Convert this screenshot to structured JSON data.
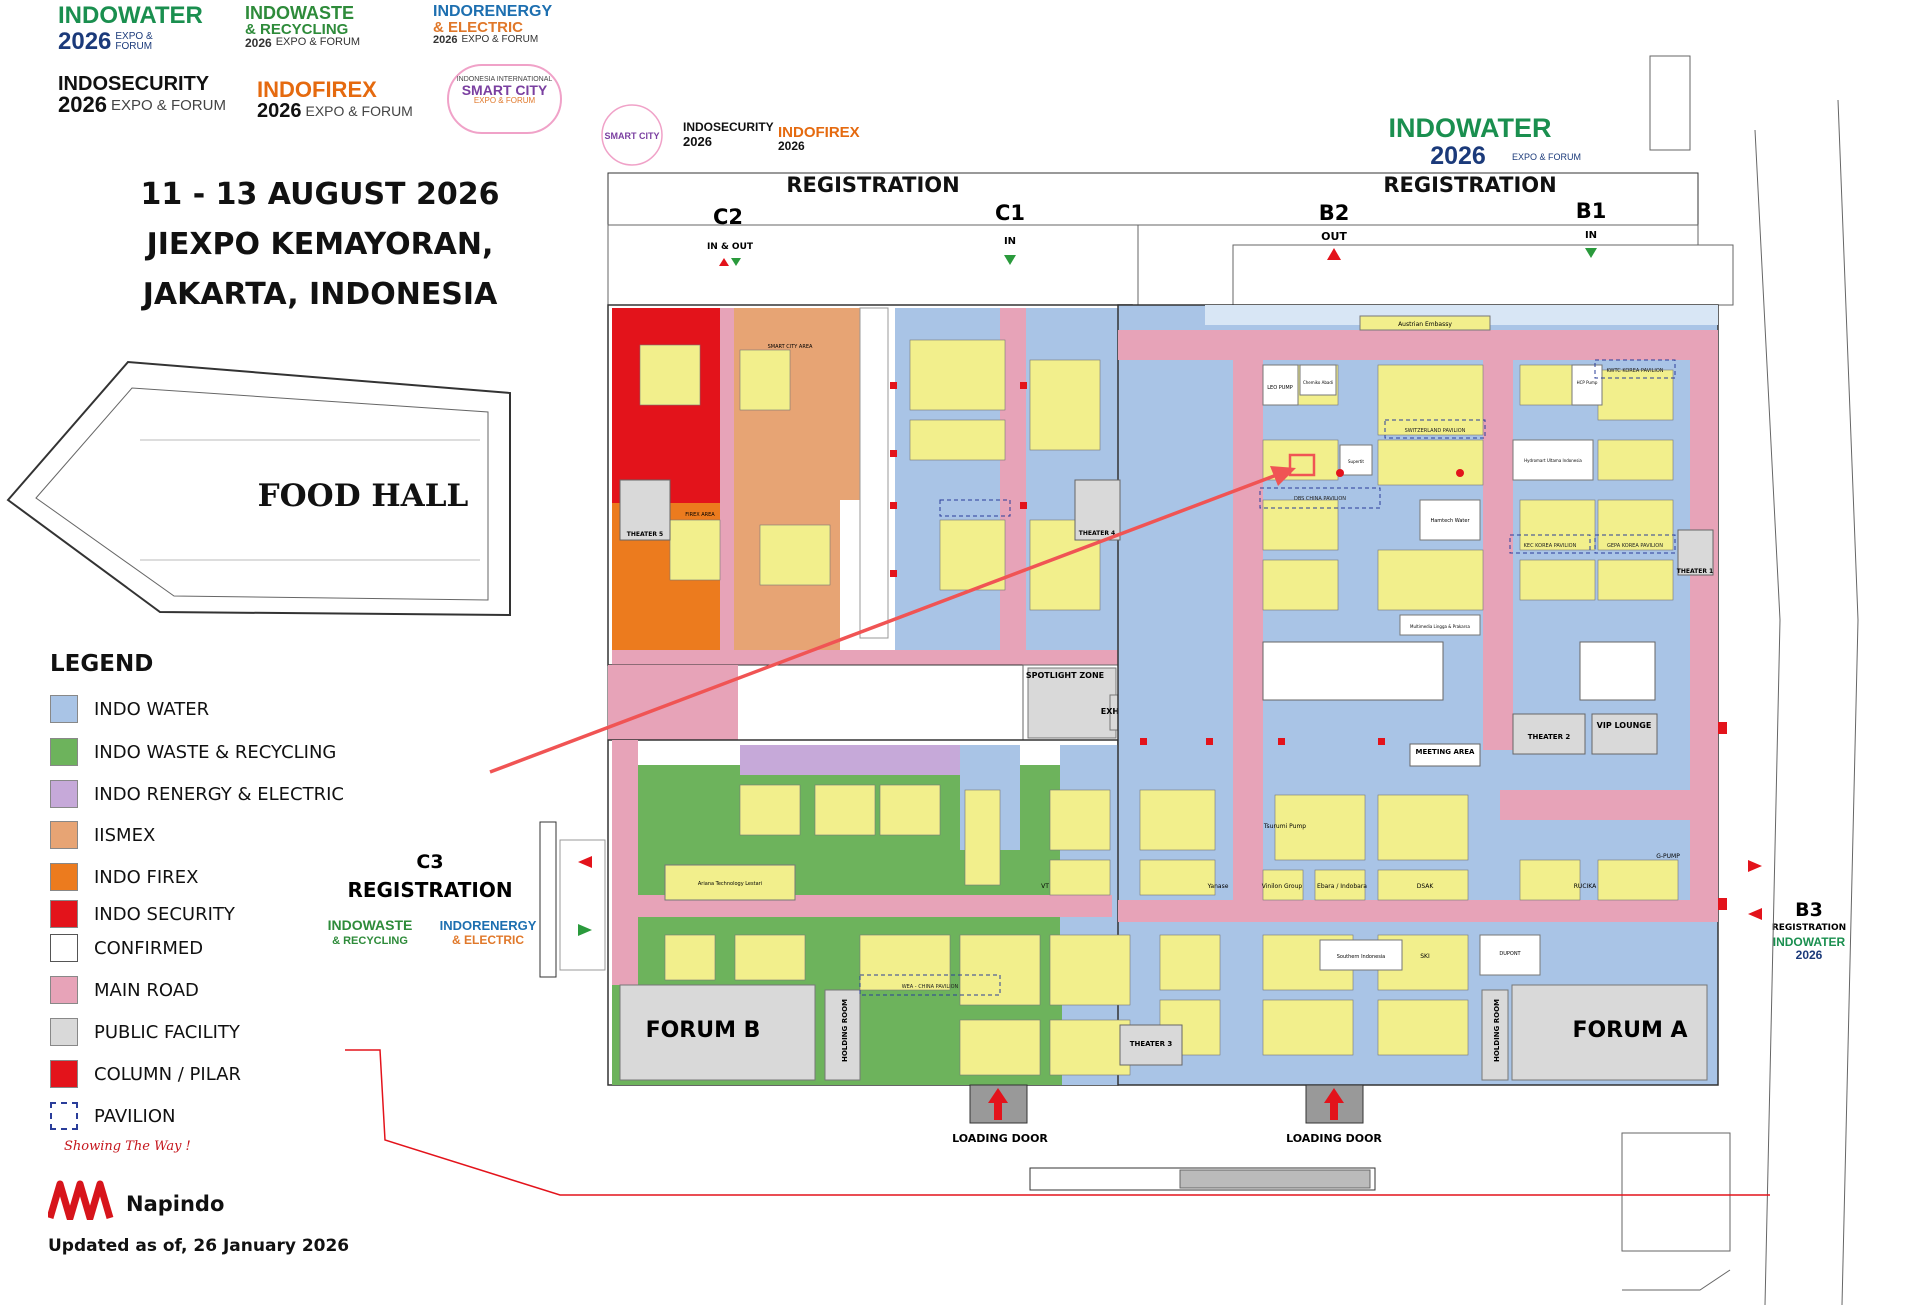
{
  "header": {
    "date": "11 - 13 AUGUST 2026",
    "venue_line1": "JIEXPO KEMAYORAN,",
    "venue_line2": "JAKARTA, INDONESIA"
  },
  "logos": {
    "indowater": {
      "name": "INDOWATER",
      "year": "2026",
      "tag": "EXPO & FORUM"
    },
    "indowaste": {
      "name": "INDOWASTE",
      "sub": "& RECYCLING",
      "year": "2026",
      "tag": "EXPO & FORUM"
    },
    "indorenergy": {
      "name": "INDORENERGY",
      "sub": "& ELECTRIC",
      "year": "2026",
      "tag": "EXPO & FORUM"
    },
    "indosecurity": {
      "name": "INDOSECURITY",
      "year": "2026",
      "tag": "EXPO & FORUM"
    },
    "indofirex": {
      "name": "INDOFIREX",
      "year": "2026",
      "tag": "EXPO & FORUM"
    },
    "smartcity": {
      "name": "SMART CITY",
      "tag": "EXPO & FORUM",
      "pre": "INDONESIA INTERNATIONAL"
    }
  },
  "legend": {
    "title": "LEGEND",
    "items": [
      {
        "label": "INDO WATER",
        "color": "#a9c4e6"
      },
      {
        "label": "INDO WASTE & RECYCLING",
        "color": "#6db35c"
      },
      {
        "label": "INDO RENERGY & ELECTRIC",
        "color": "#c6a9d9"
      },
      {
        "label": "IISMEX",
        "color": "#e7a474"
      },
      {
        "label": "INDO FIREX",
        "color": "#ec7b1e"
      },
      {
        "label": "INDO SECURITY",
        "color": "#e3131b"
      },
      {
        "label": "CONFIRMED",
        "color": "#ffffff"
      },
      {
        "label": "MAIN ROAD",
        "color": "#e7a3b8"
      },
      {
        "label": "PUBLIC FACILITY",
        "color": "#d9d9d9"
      },
      {
        "label": "COLUMN / PILAR",
        "color": "#e3131b"
      },
      {
        "label": "PAVILION",
        "color": "#ffffff"
      }
    ]
  },
  "footer": {
    "tagline": "Showing The Way !",
    "brand": "Napindo",
    "updated": "Updated as of, 26 January 2026"
  },
  "map": {
    "food_hall": "FOOD HALL",
    "registration": "REGISTRATION",
    "entrances": {
      "c2": {
        "label": "C2",
        "note": "IN & OUT"
      },
      "c1": {
        "label": "C1",
        "note": "IN"
      },
      "b2": {
        "label": "B2",
        "note": "OUT"
      },
      "b1": {
        "label": "B1",
        "note": "IN"
      },
      "c3": {
        "label": "C3",
        "note": "REGISTRATION"
      },
      "b3": {
        "label": "B3",
        "note": "REGISTRATION"
      }
    },
    "zones": {
      "forum_a": "FORUM A",
      "forum_b": "FORUM B",
      "holding_room": "HOLDING ROOM",
      "theater_1": "THEATER 1",
      "theater_2": "THEATER 2",
      "theater_3": "THEATER 3",
      "theater_4": "THEATER 4",
      "theater_5": "THEATER 5",
      "vip_lounge": "VIP LOUNGE",
      "exhibitor_lounge": "EXHIBITOR LOUNGE",
      "meeting_area": "MEETING AREA",
      "spotlight_zone": "SPOTLIGHT ZONE",
      "loading_door": "LOADING DOOR",
      "smart_city_area": "SMART CITY AREA",
      "firex_area": "FIREX AREA"
    },
    "pavilions": {
      "dbs_china": "DBS CHINA PAVILION",
      "switzerland": "SWITZERLAND PAVILION",
      "kec_korea": "KEC KOREA PAVILION",
      "gepa_korea": "GEPA KOREA PAVILION",
      "kwtc_korea": "KWTC KOREA PAVILION",
      "wea_china": "WEA - CHINA PAVILION"
    },
    "booths": {
      "austrian_embassy": "Austrian Embassy",
      "lido_pump": "LEO PUMP",
      "chemiko": "Chemiko Abadi",
      "hach": "HCP Pump",
      "hydroma": "Hydromart Ultama Indonesia",
      "hamtech": "Hamtech Water",
      "melinda": "Multimedia Lingga & Prakarsa",
      "tsurumi": "Tsurumi Pump",
      "vinilon": "Vinilon Group",
      "ebara": "Ebara / Indobara",
      "dsak": "DSAK",
      "rucika": "RUCIKA",
      "gpump": "G-PUMP",
      "southern": "Southern Indonesia",
      "ski": "SKI",
      "dupont": "DUPONT",
      "yanase": "Yanase",
      "vt": "VT",
      "ariana": "Ariana Technology Lestari",
      "supertit": "Supertit"
    }
  }
}
